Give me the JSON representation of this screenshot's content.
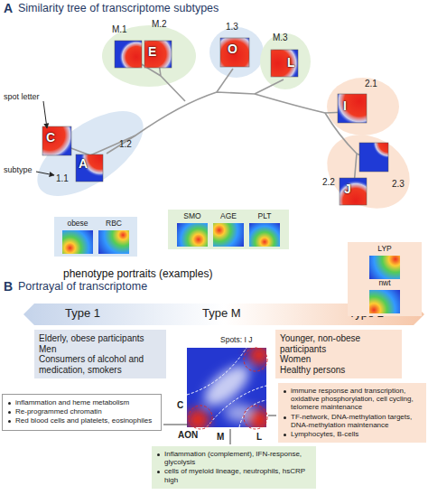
{
  "diagram": {
    "nodes": [
      {
        "text": [
          "obese",
          "RBC"
        ]
      },
      {
        "text": [
          "SMO",
          "AGE",
          "PLT"
        ]
      },
      {
        "text": [
          "LYP",
          "nwt"
        ]
      },
      {
        "text": [
          "Elderly, obese participants",
          "Men",
          "Consumers of alcohol and medication, smokers"
        ]
      },
      {
        "text": [
          "Younger, non-obese participants",
          "Women",
          "Healthy persons"
        ]
      },
      {
        "text": [
          "inflammation and heme metabolism",
          "Re-programmed chromatin",
          "Red blood cells and platelets, eosinophiles"
        ]
      },
      {
        "text": [
          "immune response and transcription, oxidative phosphorylation, cell cycling, telomere maintenance",
          "TF-network, DNA-methylation targets, DNA-methylation maintenance",
          "Lymphocytes, B-cells"
        ]
      },
      {
        "text": [
          "Inflammation (complement), IFN-response, glycolysis",
          "cells of myeloid lineage, neutrophils, hsCRP high"
        ]
      }
    ],
    "labels": [
      "A",
      "Similarity tree of transcriptome subtypes",
      "spot letter",
      "subtype",
      "1.1",
      "1.2",
      "C",
      "A",
      "M.1",
      "M.2",
      "E",
      "1.3",
      "O",
      "M.3",
      "L",
      "2.1",
      "I",
      "2.2",
      "J",
      "2.3",
      "phenotype portraits (examples)",
      "B",
      "Portrayal of transcriptome",
      "Type 1",
      "Type M",
      "Type 2",
      "Spots: I J",
      "C",
      "AON",
      "M",
      "L"
    ]
  }
}
